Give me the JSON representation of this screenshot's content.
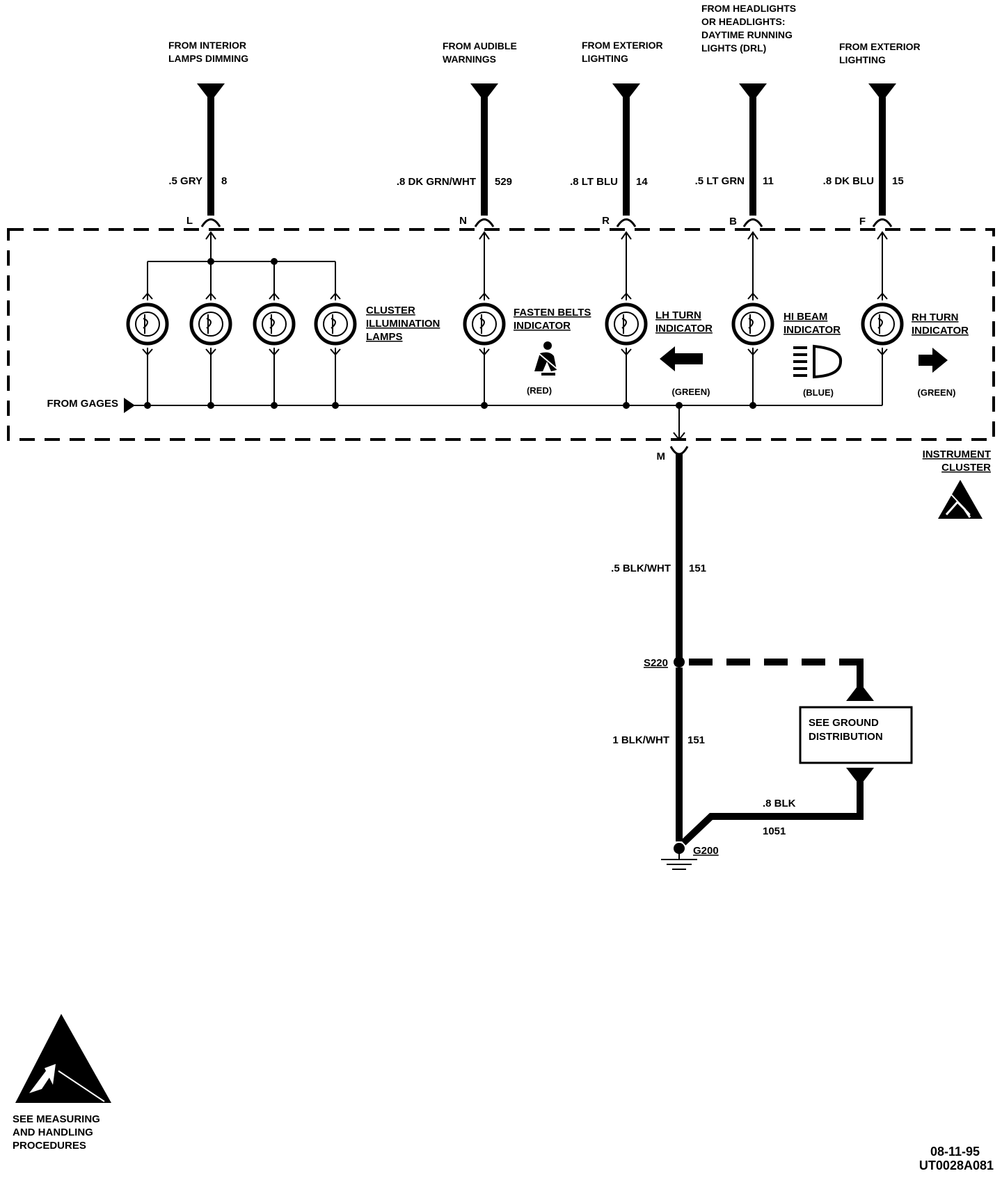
{
  "sources": {
    "interior": [
      "FROM INTERIOR",
      "LAMPS DIMMING"
    ],
    "audible": [
      "FROM AUDIBLE",
      "WARNINGS"
    ],
    "exterior1": [
      "FROM EXTERIOR",
      "LIGHTING"
    ],
    "headlights": [
      "FROM HEADLIGHTS",
      "OR HEADLIGHTS:",
      "DAYTIME RUNNING",
      "LIGHTS (DRL)"
    ],
    "exterior2": [
      "FROM EXTERIOR",
      "LIGHTING"
    ]
  },
  "wires": {
    "w8": {
      "color": ".5 GRY",
      "circuit": "8",
      "terminal": "L"
    },
    "w529": {
      "color": ".8 DK GRN/WHT",
      "circuit": "529",
      "terminal": "N"
    },
    "w14": {
      "color": ".8 LT BLU",
      "circuit": "14",
      "terminal": "R"
    },
    "w11": {
      "color": ".5 LT GRN",
      "circuit": "11",
      "terminal": "B"
    },
    "w15": {
      "color": ".8 DK BLU",
      "circuit": "15",
      "terminal": "F"
    },
    "w151a": {
      "color": ".5 BLK/WHT",
      "circuit": "151"
    },
    "w151b": {
      "color": "1 BLK/WHT",
      "circuit": "151"
    },
    "w1051": {
      "color": ".8 BLK",
      "circuit": "1051"
    }
  },
  "components": {
    "cluster_lamps": [
      "CLUSTER",
      "ILLUMINATION",
      "LAMPS"
    ],
    "fasten_belts": [
      "FASTEN BELTS",
      "INDICATOR"
    ],
    "fasten_color": "(RED)",
    "lh_turn": [
      "LH TURN",
      "INDICATOR"
    ],
    "lh_color": "(GREEN)",
    "hi_beam": [
      "HI BEAM",
      "INDICATOR"
    ],
    "hi_color": "(BLUE)",
    "rh_turn": [
      "RH TURN",
      "INDICATOR"
    ],
    "rh_color": "(GREEN)",
    "from_gages": "FROM GAGES",
    "ground_terminal": "M",
    "instrument_cluster": [
      "INSTRUMENT",
      "CLUSTER"
    ]
  },
  "ground": {
    "splice": "S220",
    "see_ground": [
      "SEE GROUND",
      "DISTRIBUTION"
    ],
    "ground_point": "G200"
  },
  "esd_note": [
    "SEE MEASURING",
    "AND HANDLING",
    "PROCEDURES"
  ],
  "footer": {
    "date": "08-11-95",
    "code": "UT0028A081"
  }
}
